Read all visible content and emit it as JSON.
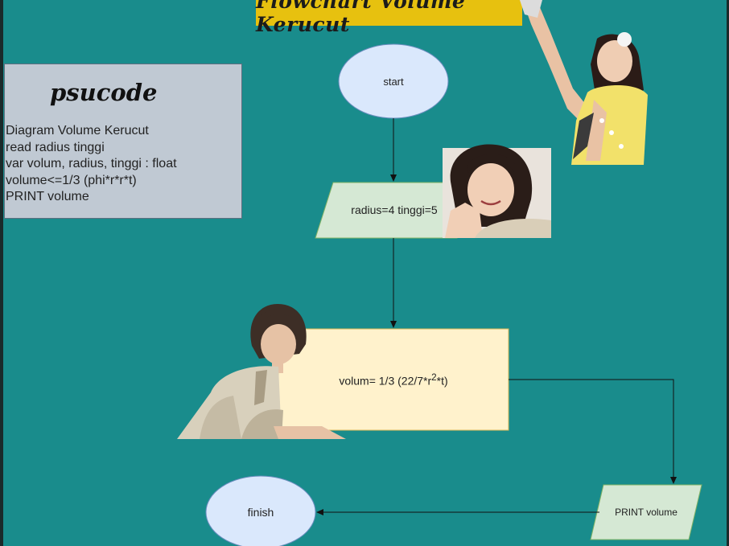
{
  "title": "Flowchart Volume Kerucut",
  "pseudocode": {
    "heading": "psucode",
    "lines": [
      "Diagram Volume Kerucut",
      "read radius tinggi",
      "var volum, radius, tinggi : float",
      "volume<=1/3 (phi*r*r*t)",
      "PRINT volume"
    ]
  },
  "flowchart": {
    "start": "start",
    "input": "radius=4 tinggi=5",
    "process": {
      "prefix": "volum= 1/3 (22/7*r",
      "superscript": "2",
      "suffix": "*t)"
    },
    "output": "PRINT volume",
    "end": "finish"
  },
  "colors": {
    "background": "#198c8c",
    "banner": "#e7c10f",
    "pseudo_box": "#c0c9d3",
    "terminal_fill": "#dae8fc",
    "io_fill": "#d5e8d4",
    "process_fill": "#fff2cc"
  },
  "photos": [
    "photo-girl-waving",
    "photo-girl-smiling",
    "photo-girl-sitting"
  ]
}
